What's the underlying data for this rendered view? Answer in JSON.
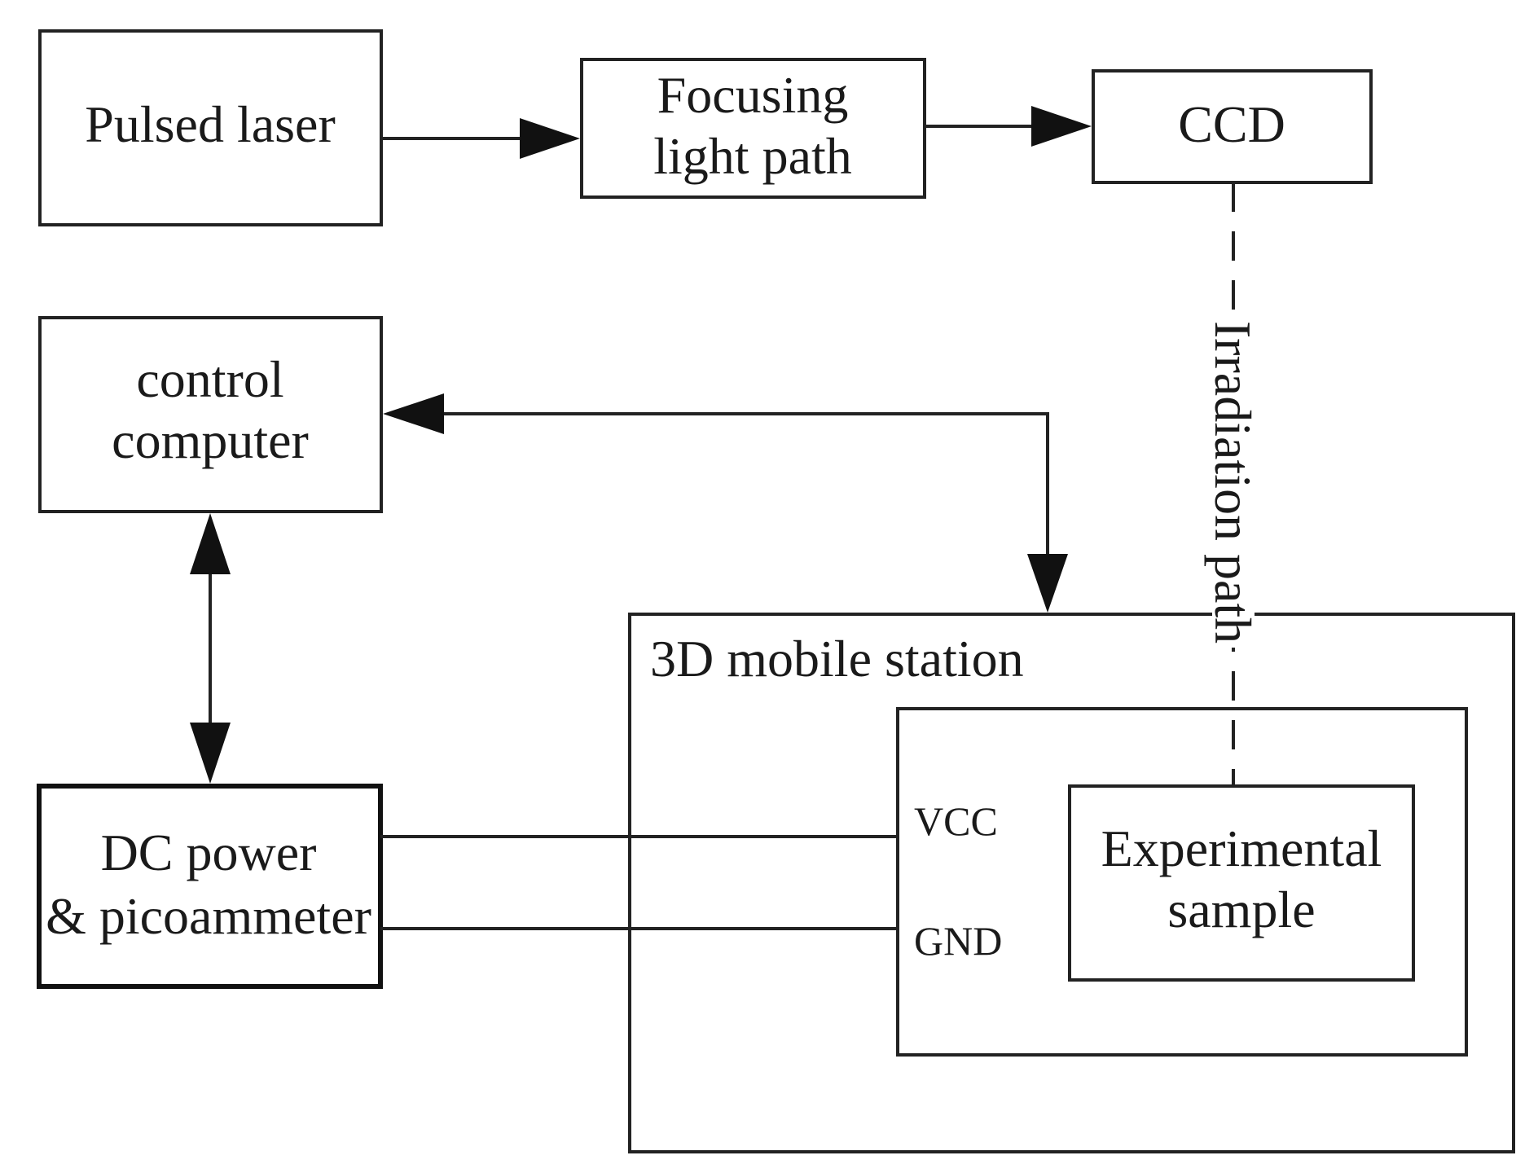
{
  "nodes": {
    "pulsed_laser": {
      "label": "Pulsed laser"
    },
    "focusing": {
      "line1": "Focusing",
      "line2": "light path"
    },
    "ccd": {
      "label": "CCD"
    },
    "control": {
      "line1": "control",
      "line2": "computer"
    },
    "dc_power": {
      "line1": "DC power",
      "line2": "& picoammeter"
    },
    "station": {
      "label": "3D mobile station"
    },
    "sample": {
      "line1": "Experimental",
      "line2": "sample"
    }
  },
  "terminals": {
    "vcc": "VCC",
    "gnd": "GND"
  },
  "edges": {
    "irradiation": "Irradiation path"
  }
}
